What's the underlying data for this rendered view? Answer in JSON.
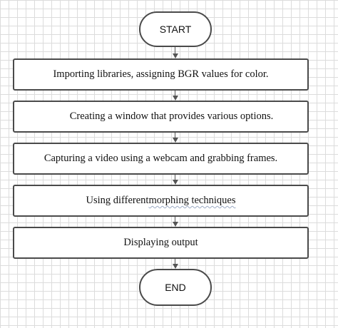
{
  "flowchart": {
    "start_label": "START",
    "end_label": "END",
    "steps": [
      {
        "text": "Importing libraries, assigning BGR values for color."
      },
      {
        "text": "Creating a window that provides various options."
      },
      {
        "text": "Capturing a video using a webcam and grabbing frames."
      },
      {
        "text_prefix": "Using different",
        "text_flagged": "morphing techniques"
      },
      {
        "text": "Displaying output"
      }
    ]
  },
  "colors": {
    "stroke": "#4a4a4a",
    "connector": "#555555",
    "grid": "#dcdcdc",
    "background": "#ffffff"
  }
}
